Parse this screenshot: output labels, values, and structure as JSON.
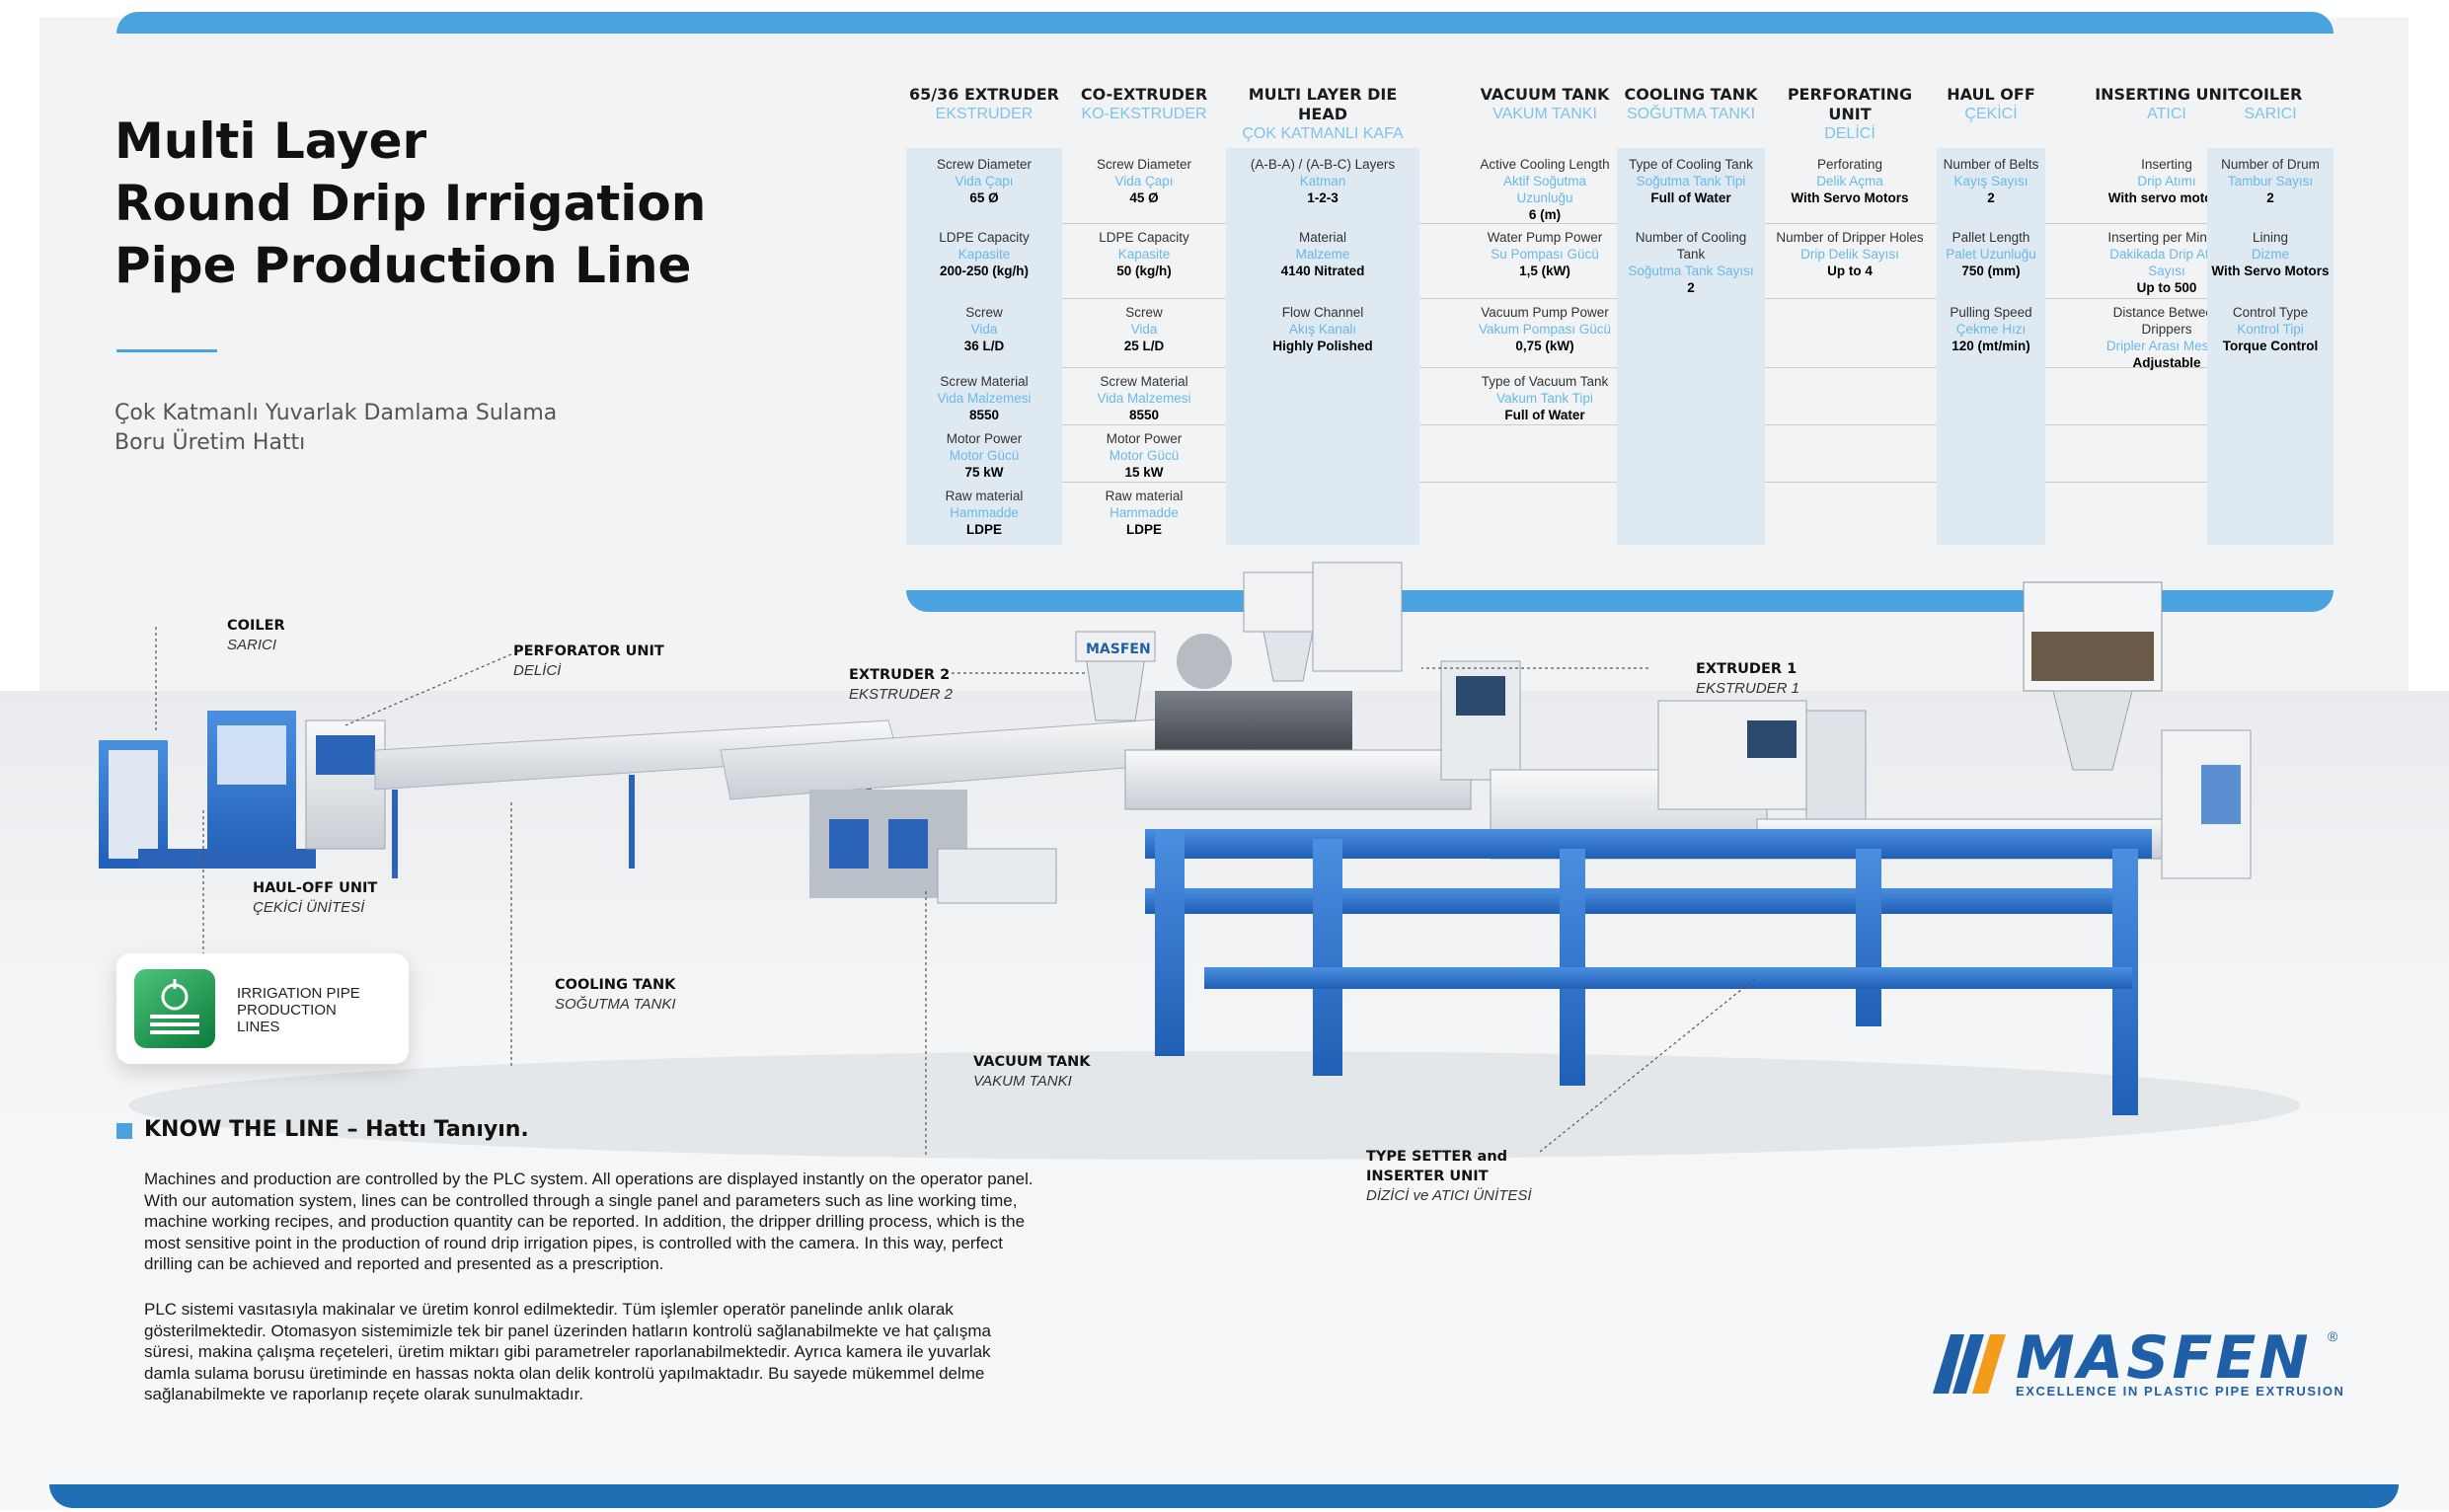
{
  "title": {
    "line1": "Multi Layer",
    "line2": "Round Drip Irrigation",
    "line3": "Pipe Production Line"
  },
  "subtitle": {
    "line1": "Çok Katmanlı Yuvarlak Damlama Sulama",
    "line2": "Boru Üretim Hattı"
  },
  "columns": [
    {
      "en": "65/36 EXTRUDER",
      "tr": "EKSTRUDER",
      "shaded": true,
      "rows": [
        {
          "lbl": "Screw Diameter",
          "tr": "Vida Çapı",
          "val": "65 Ø"
        },
        {
          "lbl": "LDPE Capacity",
          "tr": "Kapasite",
          "val": "200-250 (kg/h)"
        },
        {
          "lbl": "Screw",
          "tr": "Vida",
          "val": "36 L/D"
        },
        {
          "lbl": "Screw Material",
          "tr": "Vida Malzemesi",
          "val": "8550"
        },
        {
          "lbl": "Motor Power",
          "tr": "Motor Gücü",
          "val": "75 kW"
        },
        {
          "lbl": "Raw material",
          "tr": "Hammadde",
          "val": "LDPE"
        }
      ]
    },
    {
      "en": "CO-EXTRUDER",
      "tr": "KO-EKSTRUDER",
      "shaded": false,
      "rows": [
        {
          "lbl": "Screw Diameter",
          "tr": "Vida Çapı",
          "val": "45 Ø"
        },
        {
          "lbl": "LDPE Capacity",
          "tr": "Kapasite",
          "val": "50 (kg/h)"
        },
        {
          "lbl": "Screw",
          "tr": "Vida",
          "val": "25 L/D"
        },
        {
          "lbl": "Screw Material",
          "tr": "Vida Malzemesi",
          "val": "8550"
        },
        {
          "lbl": "Motor Power",
          "tr": "Motor Gücü",
          "val": "15 kW"
        },
        {
          "lbl": "Raw material",
          "tr": "Hammadde",
          "val": "LDPE"
        }
      ]
    },
    {
      "en": "MULTI LAYER DIE HEAD",
      "tr": "ÇOK KATMANLI KAFA",
      "shaded": true,
      "rows": [
        {
          "lbl": "(A-B-A) / (A-B-C) Layers",
          "tr": "Katman",
          "val": "1-2-3"
        },
        {
          "lbl": "Material",
          "tr": "Malzeme",
          "val": "4140 Nitrated"
        },
        {
          "lbl": "Flow Channel",
          "tr": "Akış Kanalı",
          "val": "Highly Polished"
        }
      ]
    },
    {
      "en": "VACUUM TANK",
      "tr": "VAKUM TANKI",
      "shaded": false,
      "rows": [
        {
          "lbl": "Active Cooling Length",
          "tr": "Aktif Soğutma Uzunluğu",
          "val": "6 (m)"
        },
        {
          "lbl": "Water Pump Power",
          "tr": "Su Pompası Gücü",
          "val": "1,5 (kW)"
        },
        {
          "lbl": "Vacuum Pump Power",
          "tr": "Vakum Pompası Gücü",
          "val": "0,75 (kW)"
        },
        {
          "lbl": "Type of Vacuum Tank",
          "tr": "Vakum Tank Tipi",
          "val": "Full of Water"
        }
      ]
    },
    {
      "en": "COOLING TANK",
      "tr": "SOĞUTMA TANKI",
      "shaded": true,
      "rows": [
        {
          "lbl": "Type of Cooling Tank",
          "tr": "Soğutma Tank Tipi",
          "val": "Full of Water"
        },
        {
          "lbl": "Number of Cooling Tank",
          "tr": "Soğutma Tank Sayısı",
          "val": "2"
        }
      ]
    },
    {
      "en": "PERFORATING UNIT",
      "tr": "DELİCİ",
      "shaded": false,
      "rows": [
        {
          "lbl": "Perforating",
          "tr": "Delik Açma",
          "val": "With Servo Motors"
        },
        {
          "lbl": "Number of Dripper Holes",
          "tr": "Drip Delik Sayısı",
          "val": "Up to 4"
        }
      ]
    },
    {
      "en": "HAUL OFF",
      "tr": "ÇEKİCİ",
      "shaded": true,
      "rows": [
        {
          "lbl": "Number of Belts",
          "tr": "Kayış Sayısı",
          "val": "2"
        },
        {
          "lbl": "Pallet Length",
          "tr": "Palet Uzunluğu",
          "val": "750 (mm)"
        },
        {
          "lbl": "Pulling Speed",
          "tr": "Çekme Hızı",
          "val": "120 (mt/min)"
        }
      ]
    },
    {
      "en": "INSERTING UNIT",
      "tr": "ATICI",
      "shaded": false,
      "rows": [
        {
          "lbl": "Inserting",
          "tr": "Drip Atımı",
          "val": "With servo motors"
        },
        {
          "lbl": "Inserting per Minute",
          "tr": "Dakikada Drip Atım Sayısı",
          "val": "Up to 500"
        },
        {
          "lbl": "Distance Between Drippers",
          "tr": "Dripler Arası Mesafe",
          "val": "Adjustable"
        }
      ]
    },
    {
      "en": "COILER",
      "tr": "SARICI",
      "shaded": true,
      "rows": [
        {
          "lbl": "Number of Drum",
          "tr": "Tambur Sayısı",
          "val": "2"
        },
        {
          "lbl": "Lining",
          "tr": "Dizme",
          "val": "With Servo Motors"
        },
        {
          "lbl": "Control Type",
          "tr": "Kontrol Tipi",
          "val": "Torque Control"
        }
      ]
    }
  ],
  "callouts": {
    "coiler": {
      "en": "COILER",
      "tr": "SARICI"
    },
    "perforator": {
      "en": "PERFORATOR UNIT",
      "tr": "DELİCİ"
    },
    "extruder2": {
      "en": "EXTRUDER 2",
      "tr": "EKSTRUDER 2"
    },
    "extruder1": {
      "en": "EXTRUDER 1",
      "tr": "EKSTRUDER 1"
    },
    "haul": {
      "en": "HAUL-OFF UNIT",
      "tr": "ÇEKİCİ ÜNİTESİ"
    },
    "cooling": {
      "en": "COOLING TANK",
      "tr": "SOĞUTMA TANKI"
    },
    "vacuum": {
      "en": "VACUUM TANK",
      "tr": "VAKUM TANKI"
    },
    "typesetter": {
      "en1": "TYPE SETTER and",
      "en2": "INSERTER UNIT",
      "tr": "DİZİCİ ve ATICI ÜNİTESİ"
    }
  },
  "badge": {
    "line1": "IRRIGATION PIPE",
    "line2": "PRODUCTION",
    "line3": "LINES",
    "icon": "drip-pipe-icon"
  },
  "machine_brand": "MASFEN",
  "know": {
    "title": "KNOW THE LINE – Hattı Tanıyın.",
    "en": [
      "Machines and production are controlled by the PLC system. All operations are displayed instantly on the operator panel.",
      "With our automation system, lines can be controlled through a single panel and parameters such as line working time,",
      "machine working recipes, and production quantity can be reported. In addition, the dripper drilling process, which is the",
      "most sensitive point in the production of round drip irrigation pipes, is controlled with the camera. In this way, perfect",
      "drilling can be achieved and reported and presented as a prescription."
    ],
    "tr": [
      "PLC sistemi vasıtasıyla makinalar ve üretim konrol edilmektedir. Tüm işlemler operatör panelinde anlık olarak",
      "gösterilmektedir. Otomasyon sistemimizle tek bir panel üzerinden hatların kontrolü sağlanabilmekte ve hat çalışma",
      "süresi, makina çalışma reçeteleri, üretim miktarı gibi parametreler raporlanabilmektedir. Ayrıca kamera ile yuvarlak",
      "damla sulama borusu üretiminde en hassas nokta olan delik kontrolü yapılmaktadır. Bu sayede mükemmel delme",
      "sağlanabilmekte ve raporlanıp reçete olarak sunulmaktadır."
    ]
  },
  "logo": {
    "word": "MASFEN",
    "reg": "®",
    "tagline": "EXCELLENCE IN PLASTIC PIPE EXTRUSION"
  },
  "colors": {
    "accent": "#4aa3de",
    "brand": "#1f5fa8",
    "frame": "#3a7fd0",
    "badge_green": "#1a9a4f"
  }
}
